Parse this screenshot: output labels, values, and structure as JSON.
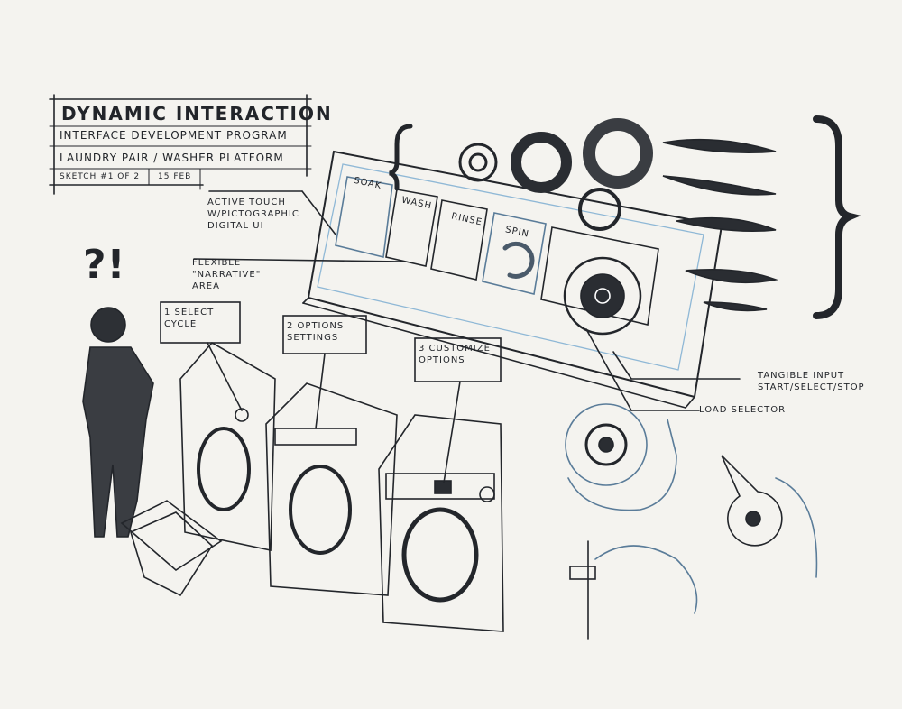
{
  "title_block": {
    "title": "Dynamic Interaction",
    "subtitle": "Interface Development Program",
    "project": "Laundry Pair / Washer Platform",
    "sketch": "Sketch #1 of 2",
    "date": "15 Feb"
  },
  "panel": {
    "cycles": [
      "Soak",
      "Wash",
      "Rinse",
      "Spin"
    ]
  },
  "annotations": {
    "active_touch": "Active touch\nw/pictographic\ndigital UI",
    "flexible_area": "Flexible\n\"narrative\"\narea",
    "step1": "1 Select\ncycle",
    "step2": "2 Options\nsettings",
    "step3": "3 Customize\noptions",
    "tangible_input": "Tangible input\nstart/select/stop",
    "load_selector": "Load selector"
  },
  "figure": {
    "exclamation": "?!"
  },
  "colors": {
    "ink": "#1f2226",
    "blue_pencil": "#8fb8d6",
    "paper": "#f4f3ef"
  }
}
